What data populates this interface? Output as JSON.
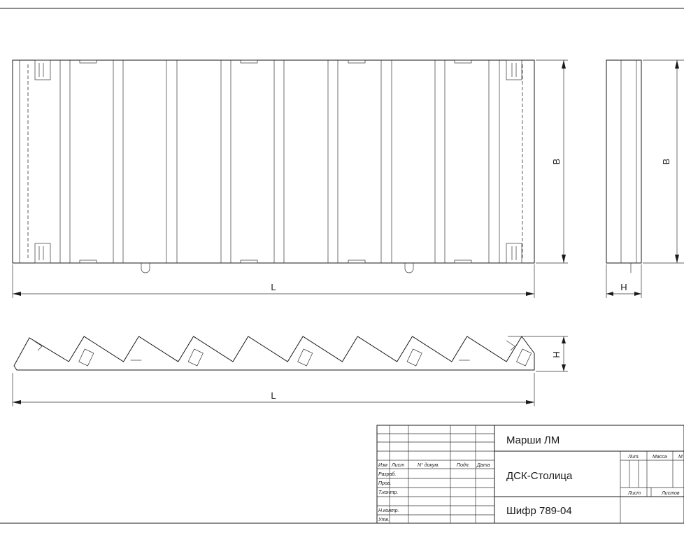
{
  "dimensions": {
    "front_length": "L",
    "front_height": "B",
    "side_height": "B",
    "side_width": "H",
    "bottom_length": "L",
    "bottom_height": "H"
  },
  "title_block": {
    "title": "Марши ЛМ",
    "organization": "ДСК-Столица",
    "code": "Шифр 789-04",
    "headers": {
      "izm": "Изм",
      "list": "Лист",
      "doc": "N° докум.",
      "sign": "Подп.",
      "date": "Дата"
    },
    "roles": {
      "developer": "Разраб.",
      "checker": "Пров.",
      "tech_control": "Т.контр.",
      "norm_control": "Н.контр.",
      "approved": "Утв."
    },
    "right_headers": {
      "lit": "Лит.",
      "mass": "Масса",
      "scale": "М",
      "sheet": "Лист",
      "sheets": "Листов"
    }
  }
}
